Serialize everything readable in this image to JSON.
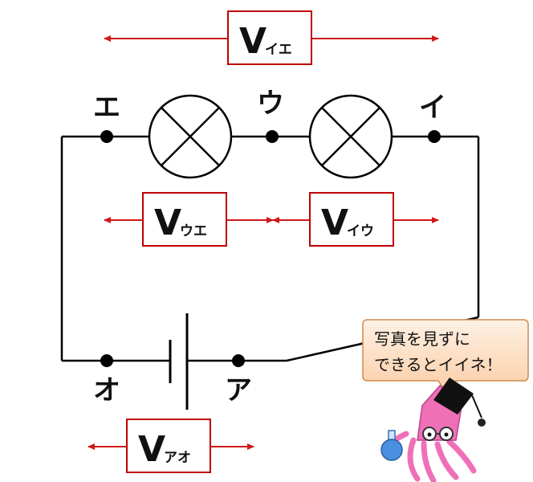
{
  "points": {
    "e": "エ",
    "u": "ウ",
    "i": "イ",
    "o": "オ",
    "a": "ア"
  },
  "voltmeters": {
    "v_ie": {
      "main": "V",
      "sub": "イエ"
    },
    "v_ue": {
      "main": "V",
      "sub": "ウエ"
    },
    "v_iu": {
      "main": "V",
      "sub": "イウ"
    },
    "v_ao": {
      "main": "V",
      "sub": "アオ"
    }
  },
  "bubble": {
    "line1": "写真を見ずに",
    "line2": "できるとイイネ！"
  },
  "colors": {
    "arrow": "#d01818",
    "box_border": "#c00000",
    "bubble_fill": "#fde0c8",
    "bubble_border": "#d08a50",
    "squid_body": "#f070b8"
  }
}
